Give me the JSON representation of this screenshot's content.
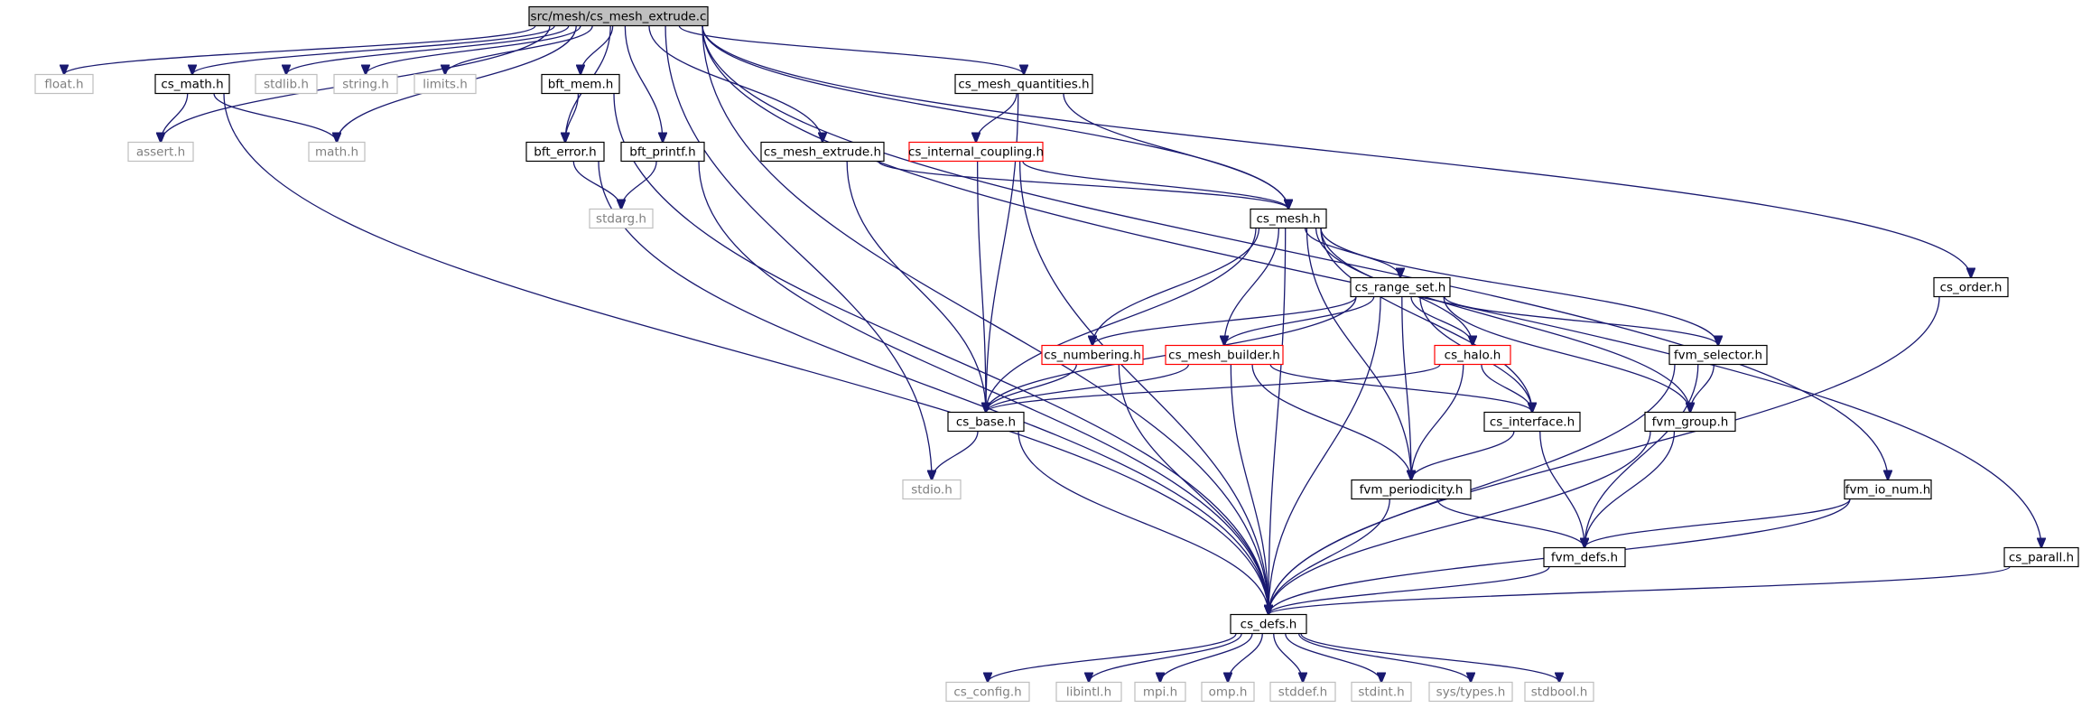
{
  "colors": {
    "edge": "#191970",
    "node_border_documented": "#000000",
    "node_border_external": "#bfbfbf",
    "node_border_truncated": "#ff0000",
    "root_fill": "#bfbfbf",
    "node_fill": "#ffffff",
    "external_text": "#7f7f7f"
  },
  "graph": {
    "nodes": [
      {
        "id": "root",
        "label": "src/mesh/cs_mesh_extrude.c",
        "kind": "root"
      },
      {
        "id": "float_h",
        "label": "float.h",
        "kind": "external"
      },
      {
        "id": "cs_math_h",
        "label": "cs_math.h",
        "kind": "documented"
      },
      {
        "id": "stdlib_h",
        "label": "stdlib.h",
        "kind": "external"
      },
      {
        "id": "string_h",
        "label": "string.h",
        "kind": "external"
      },
      {
        "id": "limits_h",
        "label": "limits.h",
        "kind": "external"
      },
      {
        "id": "bft_mem_h",
        "label": "bft_mem.h",
        "kind": "documented"
      },
      {
        "id": "bft_printf_h",
        "label": "bft_printf.h",
        "kind": "documented"
      },
      {
        "id": "cs_mesh_quantities_h",
        "label": "cs_mesh_quantities.h",
        "kind": "documented"
      },
      {
        "id": "assert_h",
        "label": "assert.h",
        "kind": "external"
      },
      {
        "id": "math_h",
        "label": "math.h",
        "kind": "external"
      },
      {
        "id": "bft_error_h",
        "label": "bft_error.h",
        "kind": "documented"
      },
      {
        "id": "stdarg_h",
        "label": "stdarg.h",
        "kind": "external"
      },
      {
        "id": "cs_mesh_extrude_h",
        "label": "cs_mesh_extrude.h",
        "kind": "documented"
      },
      {
        "id": "cs_internal_coupling_h",
        "label": "cs_internal_coupling.h",
        "kind": "truncated"
      },
      {
        "id": "cs_mesh_h",
        "label": "cs_mesh.h",
        "kind": "documented"
      },
      {
        "id": "cs_range_set_h",
        "label": "cs_range_set.h",
        "kind": "documented"
      },
      {
        "id": "cs_order_h",
        "label": "cs_order.h",
        "kind": "documented"
      },
      {
        "id": "cs_numbering_h",
        "label": "cs_numbering.h",
        "kind": "truncated"
      },
      {
        "id": "cs_mesh_builder_h",
        "label": "cs_mesh_builder.h",
        "kind": "truncated"
      },
      {
        "id": "cs_halo_h",
        "label": "cs_halo.h",
        "kind": "truncated"
      },
      {
        "id": "fvm_selector_h",
        "label": "fvm_selector.h",
        "kind": "documented"
      },
      {
        "id": "cs_base_h",
        "label": "cs_base.h",
        "kind": "documented"
      },
      {
        "id": "cs_interface_h",
        "label": "cs_interface.h",
        "kind": "documented"
      },
      {
        "id": "fvm_group_h",
        "label": "fvm_group.h",
        "kind": "documented"
      },
      {
        "id": "stdio_h",
        "label": "stdio.h",
        "kind": "external"
      },
      {
        "id": "fvm_periodicity_h",
        "label": "fvm_periodicity.h",
        "kind": "documented"
      },
      {
        "id": "fvm_io_num_h",
        "label": "fvm_io_num.h",
        "kind": "documented"
      },
      {
        "id": "fvm_defs_h",
        "label": "fvm_defs.h",
        "kind": "documented"
      },
      {
        "id": "cs_parall_h",
        "label": "cs_parall.h",
        "kind": "documented"
      },
      {
        "id": "cs_defs_h",
        "label": "cs_defs.h",
        "kind": "documented"
      },
      {
        "id": "cs_config_h",
        "label": "cs_config.h",
        "kind": "external"
      },
      {
        "id": "libintl_h",
        "label": "libintl.h",
        "kind": "external"
      },
      {
        "id": "mpi_h",
        "label": "mpi.h",
        "kind": "external"
      },
      {
        "id": "omp_h",
        "label": "omp.h",
        "kind": "external"
      },
      {
        "id": "stddef_h",
        "label": "stddef.h",
        "kind": "external"
      },
      {
        "id": "stdint_h",
        "label": "stdint.h",
        "kind": "external"
      },
      {
        "id": "sys_types_h",
        "label": "sys/types.h",
        "kind": "external"
      },
      {
        "id": "stdbool_h",
        "label": "stdbool.h",
        "kind": "external"
      }
    ],
    "edges": [
      {
        "from": "root",
        "to": "float_h"
      },
      {
        "from": "root",
        "to": "cs_math_h"
      },
      {
        "from": "root",
        "to": "stdlib_h"
      },
      {
        "from": "root",
        "to": "string_h"
      },
      {
        "from": "root",
        "to": "limits_h"
      },
      {
        "from": "root",
        "to": "bft_mem_h"
      },
      {
        "from": "root",
        "to": "bft_printf_h"
      },
      {
        "from": "root",
        "to": "cs_mesh_quantities_h"
      },
      {
        "from": "root",
        "to": "assert_h"
      },
      {
        "from": "root",
        "to": "math_h"
      },
      {
        "from": "root",
        "to": "bft_error_h"
      },
      {
        "from": "root",
        "to": "cs_mesh_extrude_h"
      },
      {
        "from": "root",
        "to": "cs_mesh_h"
      },
      {
        "from": "root",
        "to": "stdio_h"
      },
      {
        "from": "root",
        "to": "fvm_io_num_h"
      },
      {
        "from": "root",
        "to": "cs_order_h"
      },
      {
        "from": "root",
        "to": "cs_parall_h"
      },
      {
        "from": "root",
        "to": "cs_defs_h"
      },
      {
        "from": "cs_math_h",
        "to": "assert_h"
      },
      {
        "from": "cs_math_h",
        "to": "math_h"
      },
      {
        "from": "cs_math_h",
        "to": "cs_defs_h"
      },
      {
        "from": "bft_mem_h",
        "to": "bft_error_h"
      },
      {
        "from": "bft_mem_h",
        "to": "cs_defs_h"
      },
      {
        "from": "bft_error_h",
        "to": "stdarg_h"
      },
      {
        "from": "bft_error_h",
        "to": "cs_defs_h"
      },
      {
        "from": "bft_printf_h",
        "to": "stdarg_h"
      },
      {
        "from": "bft_printf_h",
        "to": "cs_defs_h"
      },
      {
        "from": "cs_mesh_quantities_h",
        "to": "cs_internal_coupling_h"
      },
      {
        "from": "cs_mesh_quantities_h",
        "to": "cs_base_h"
      },
      {
        "from": "cs_mesh_quantities_h",
        "to": "cs_mesh_h"
      },
      {
        "from": "cs_mesh_extrude_h",
        "to": "cs_mesh_h"
      },
      {
        "from": "cs_mesh_extrude_h",
        "to": "cs_base_h"
      },
      {
        "from": "cs_internal_coupling_h",
        "to": "cs_mesh_h"
      },
      {
        "from": "cs_internal_coupling_h",
        "to": "cs_base_h"
      },
      {
        "from": "cs_internal_coupling_h",
        "to": "cs_defs_h"
      },
      {
        "from": "cs_mesh_h",
        "to": "cs_range_set_h"
      },
      {
        "from": "cs_mesh_h",
        "to": "cs_base_h"
      },
      {
        "from": "cs_mesh_h",
        "to": "cs_numbering_h"
      },
      {
        "from": "cs_mesh_h",
        "to": "cs_mesh_builder_h"
      },
      {
        "from": "cs_mesh_h",
        "to": "cs_halo_h"
      },
      {
        "from": "cs_mesh_h",
        "to": "cs_interface_h"
      },
      {
        "from": "cs_mesh_h",
        "to": "fvm_periodicity_h"
      },
      {
        "from": "cs_mesh_h",
        "to": "fvm_selector_h"
      },
      {
        "from": "cs_mesh_h",
        "to": "fvm_group_h"
      },
      {
        "from": "cs_mesh_h",
        "to": "cs_defs_h"
      },
      {
        "from": "cs_range_set_h",
        "to": "cs_base_h"
      },
      {
        "from": "cs_range_set_h",
        "to": "cs_numbering_h"
      },
      {
        "from": "cs_range_set_h",
        "to": "cs_mesh_builder_h"
      },
      {
        "from": "cs_range_set_h",
        "to": "cs_halo_h"
      },
      {
        "from": "cs_range_set_h",
        "to": "cs_interface_h"
      },
      {
        "from": "cs_range_set_h",
        "to": "fvm_periodicity_h"
      },
      {
        "from": "cs_range_set_h",
        "to": "fvm_selector_h"
      },
      {
        "from": "cs_range_set_h",
        "to": "fvm_group_h"
      },
      {
        "from": "cs_range_set_h",
        "to": "cs_defs_h"
      },
      {
        "from": "cs_numbering_h",
        "to": "cs_base_h"
      },
      {
        "from": "cs_numbering_h",
        "to": "cs_defs_h"
      },
      {
        "from": "cs_mesh_builder_h",
        "to": "cs_base_h"
      },
      {
        "from": "cs_mesh_builder_h",
        "to": "cs_interface_h"
      },
      {
        "from": "cs_mesh_builder_h",
        "to": "fvm_periodicity_h"
      },
      {
        "from": "cs_mesh_builder_h",
        "to": "cs_defs_h"
      },
      {
        "from": "cs_halo_h",
        "to": "cs_base_h"
      },
      {
        "from": "cs_halo_h",
        "to": "cs_interface_h"
      },
      {
        "from": "cs_halo_h",
        "to": "fvm_periodicity_h"
      },
      {
        "from": "fvm_selector_h",
        "to": "fvm_group_h"
      },
      {
        "from": "fvm_selector_h",
        "to": "fvm_defs_h"
      },
      {
        "from": "fvm_selector_h",
        "to": "cs_defs_h"
      },
      {
        "from": "cs_base_h",
        "to": "stdio_h"
      },
      {
        "from": "cs_base_h",
        "to": "cs_defs_h"
      },
      {
        "from": "cs_interface_h",
        "to": "fvm_periodicity_h"
      },
      {
        "from": "cs_interface_h",
        "to": "fvm_defs_h"
      },
      {
        "from": "fvm_group_h",
        "to": "fvm_defs_h"
      },
      {
        "from": "fvm_group_h",
        "to": "cs_defs_h"
      },
      {
        "from": "fvm_periodicity_h",
        "to": "fvm_defs_h"
      },
      {
        "from": "fvm_periodicity_h",
        "to": "cs_defs_h"
      },
      {
        "from": "fvm_io_num_h",
        "to": "fvm_defs_h"
      },
      {
        "from": "fvm_io_num_h",
        "to": "cs_defs_h"
      },
      {
        "from": "fvm_defs_h",
        "to": "cs_defs_h"
      },
      {
        "from": "cs_order_h",
        "to": "cs_defs_h"
      },
      {
        "from": "cs_parall_h",
        "to": "cs_defs_h"
      },
      {
        "from": "cs_defs_h",
        "to": "cs_config_h"
      },
      {
        "from": "cs_defs_h",
        "to": "libintl_h"
      },
      {
        "from": "cs_defs_h",
        "to": "mpi_h"
      },
      {
        "from": "cs_defs_h",
        "to": "omp_h"
      },
      {
        "from": "cs_defs_h",
        "to": "stddef_h"
      },
      {
        "from": "cs_defs_h",
        "to": "stdint_h"
      },
      {
        "from": "cs_defs_h",
        "to": "sys_types_h"
      },
      {
        "from": "cs_defs_h",
        "to": "stdbool_h"
      }
    ]
  }
}
